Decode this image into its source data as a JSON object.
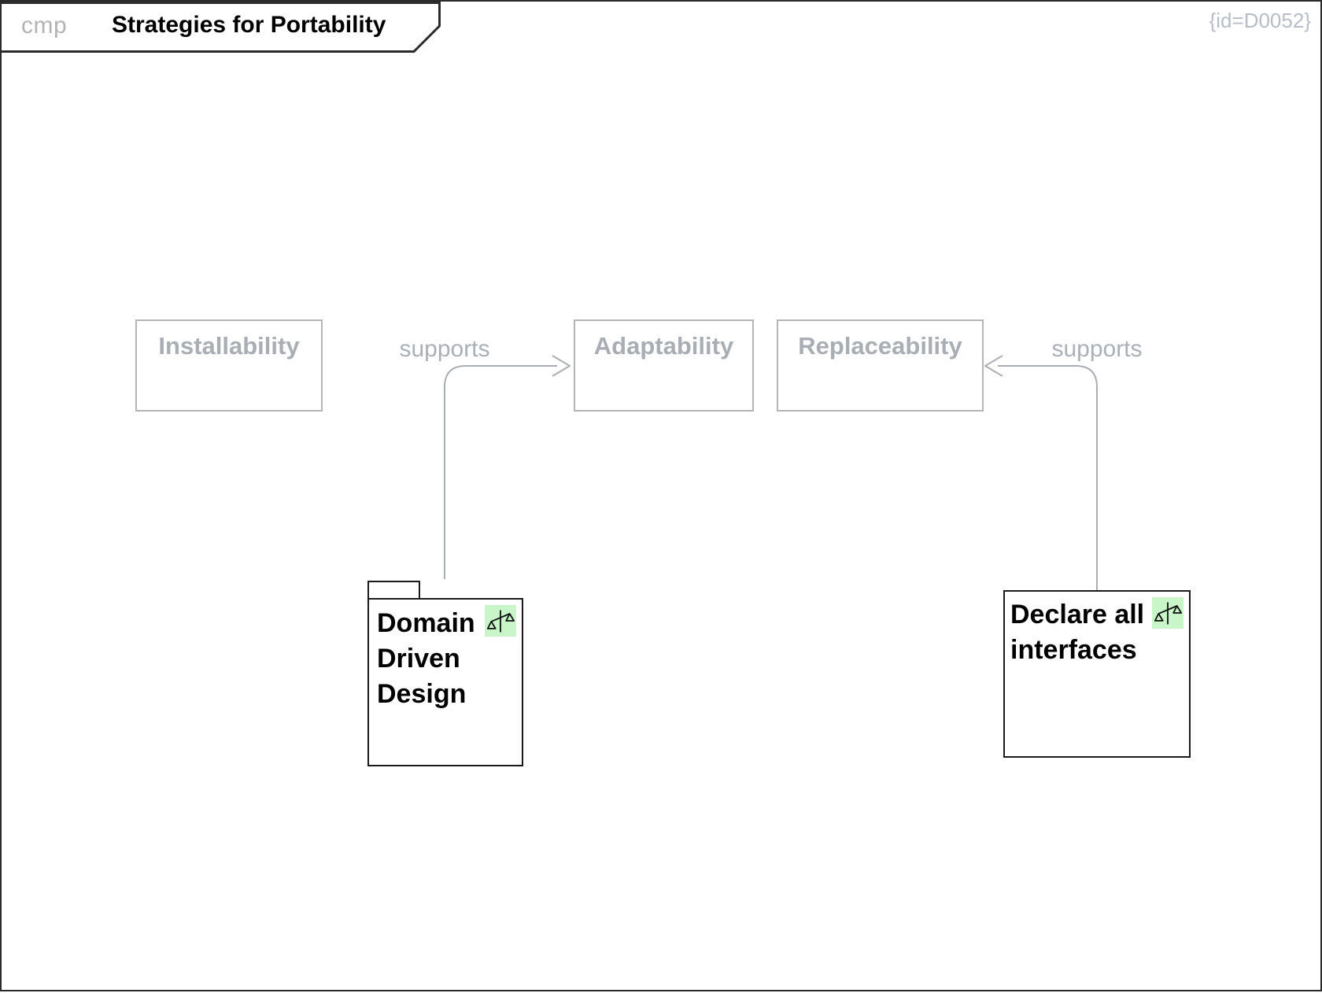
{
  "frame": {
    "kind_label": "cmp",
    "title": "Strategies for Portability",
    "id_note": "{id=D0052}"
  },
  "quality_attributes": [
    {
      "label": "Installability"
    },
    {
      "label": "Adaptability"
    },
    {
      "label": "Replaceability"
    }
  ],
  "strategies": [
    {
      "label": "Domain Driven Design",
      "shape": "package",
      "lines": [
        "Domain",
        "Driven",
        "Design"
      ],
      "icon": "balance-scale-icon"
    },
    {
      "label": "Declare all interfaces",
      "shape": "rectangle",
      "lines": [
        "Declare all",
        "interfaces"
      ],
      "icon": "balance-scale-icon"
    }
  ],
  "connectors": [
    {
      "label": "supports",
      "from": "Domain Driven Design",
      "to": "Adaptability"
    },
    {
      "label": "supports",
      "from": "Declare all interfaces",
      "to": "Replaceability"
    }
  ],
  "colors": {
    "node_border_black": "#1a1a1a",
    "faded_box_border": "#b5b5b5",
    "faded_text": "#a9aeb4",
    "connector_gray": "#a9aeb3",
    "icon_background_green": "#c9f6c9",
    "frame_border": "#2b2b2b"
  }
}
